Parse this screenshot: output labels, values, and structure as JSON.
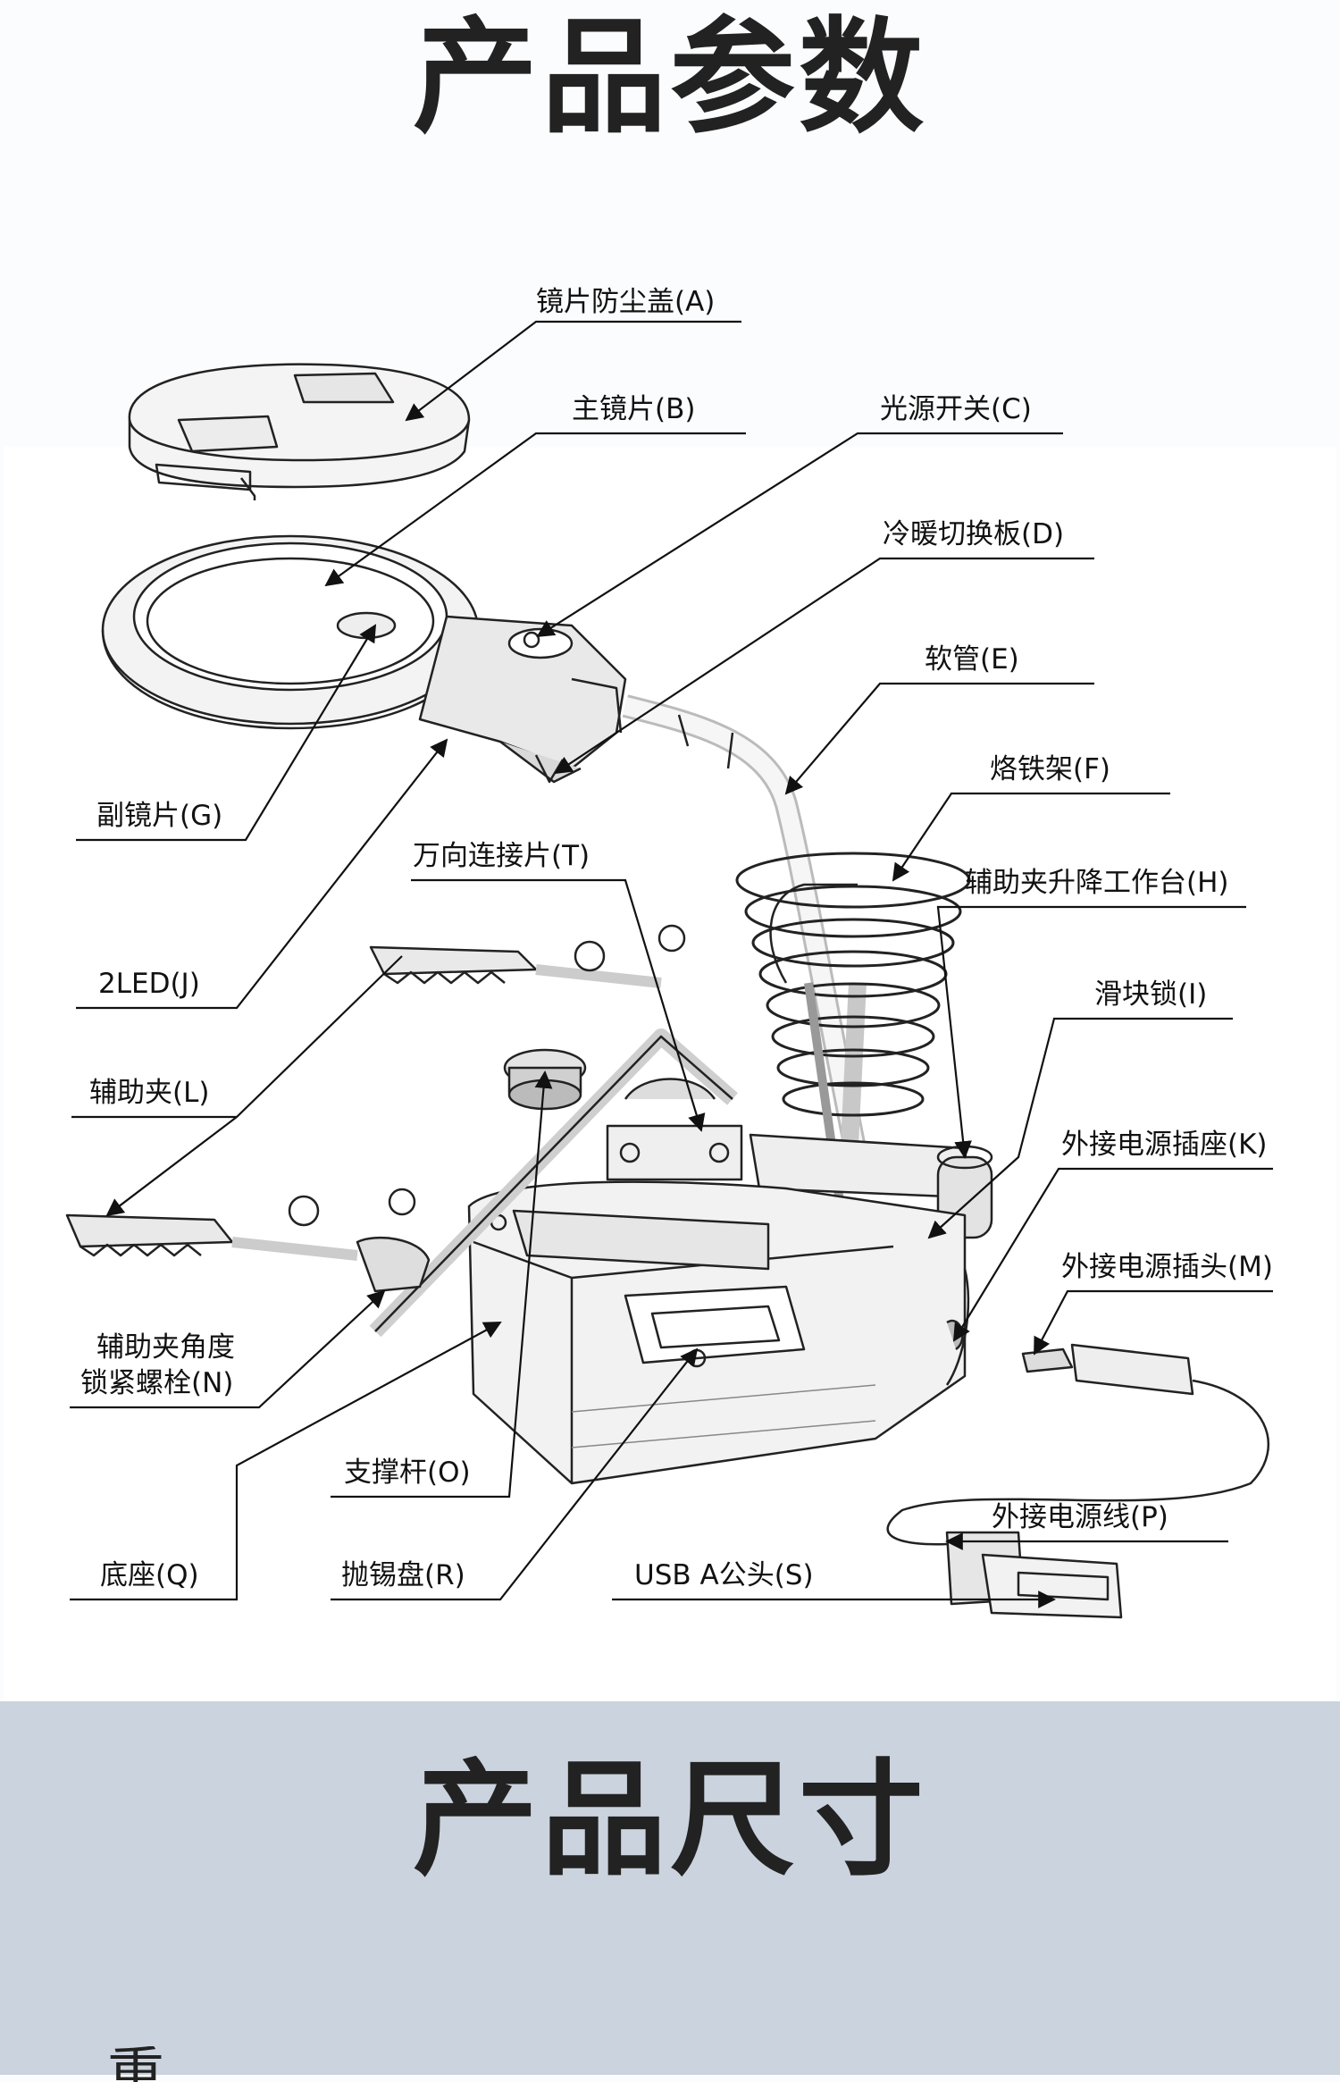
{
  "sections": {
    "params_title": "产品参数",
    "size_title": "产品尺寸",
    "cut_off_text": "重"
  },
  "colors": {
    "background": "#fbfcfd",
    "panel": "#ffffff",
    "band": "#cbd3de",
    "title": "#222222",
    "line": "#111111"
  },
  "labels": {
    "A": "镜片防尘盖(A)",
    "B": "主镜片(B)",
    "C": "光源开关(C)",
    "D": "冷暖切换板(D)",
    "E": "软管(E)",
    "F": "烙铁架(F)",
    "G": "副镜片(G)",
    "H": "辅助夹升降工作台(H)",
    "I": "滑块锁(I)",
    "J": "2LED(J)",
    "K": "外接电源插座(K)",
    "L": "辅助夹(L)",
    "M": "外接电源插头(M)",
    "N1": "辅助夹角度",
    "N2": "锁紧螺栓(N)",
    "O": "支撑杆(O)",
    "P": "外接电源线(P)",
    "Q": "底座(Q)",
    "R": "抛锡盘(R)",
    "S": "USB A公头(S)",
    "T": "万向连接片(T)"
  }
}
